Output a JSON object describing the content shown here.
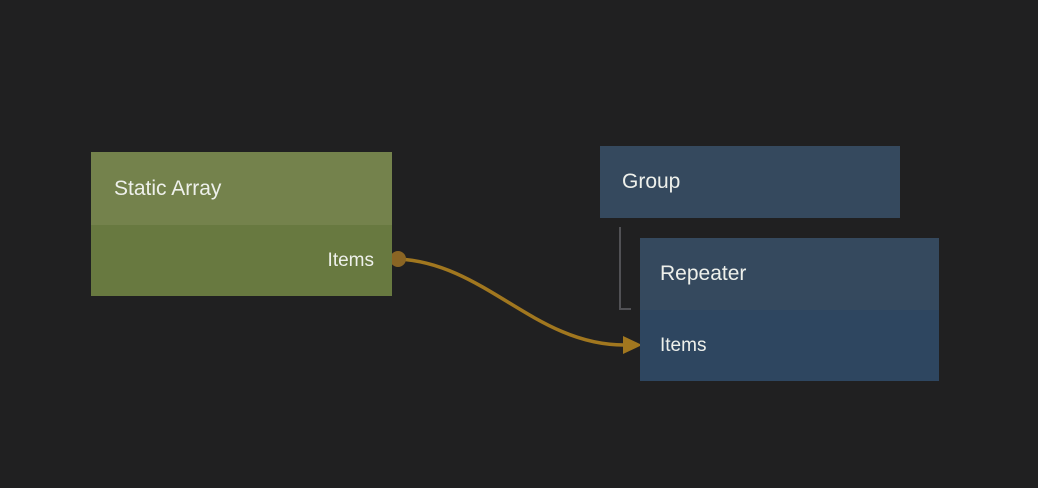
{
  "canvas": {
    "background_color": "#202021"
  },
  "nodes": {
    "static_array": {
      "title": "Static Array",
      "ports": {
        "output": "Items"
      },
      "header_color": "#74824c",
      "body_color": "#687940"
    },
    "group": {
      "title": "Group",
      "color": "#35495e"
    },
    "repeater": {
      "title": "Repeater",
      "ports": {
        "input": "Items"
      },
      "header_color": "#35495e",
      "body_color": "#2e4660"
    }
  },
  "connection": {
    "wire_color": "#a1771f",
    "port_color": "#8a6524"
  },
  "hierarchy_link": {
    "color": "#515155"
  }
}
